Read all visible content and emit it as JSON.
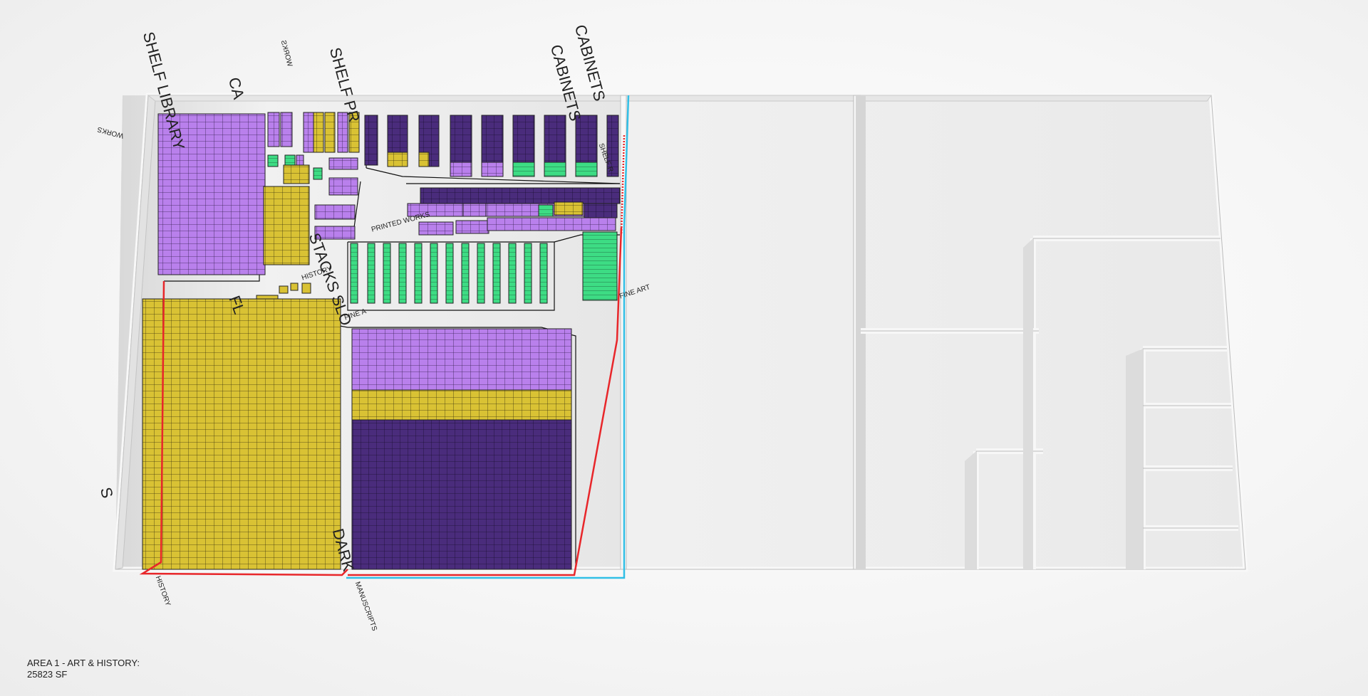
{
  "labels": {
    "shelf_library": "SHELF LIBRARY",
    "cabinets_top": "CABINETS",
    "cabinets_second": "CABINETS",
    "cabinet_left": "CA",
    "shelf_pr": "SHELF PR",
    "works_rot": "WORKS",
    "works_left": "WORKS",
    "stacks_slo": "STACKS SLO",
    "printed_works": "PRINTED WORKS",
    "fine_art": "FINE ART",
    "fine_a": "FINE A",
    "history_bottom": "HISTORY",
    "history_mid": "HISTORY",
    "manuscripts": "MANUSCRIPTS",
    "fl": "FL",
    "dark": "DARK",
    "shelf_r": "SHELF R",
    "s_left": "S"
  },
  "caption": {
    "line1": "AREA 1 - ART & HISTORY:",
    "line2": "25823 SF"
  },
  "colors": {
    "yellow": "#d9c234",
    "light_purple": "#b980ec",
    "dark_purple": "#4a2c7c",
    "green": "#3ddc84",
    "wall": "#f4f4f4",
    "red_line": "#e8262a",
    "cyan_line": "#31bfe6"
  }
}
